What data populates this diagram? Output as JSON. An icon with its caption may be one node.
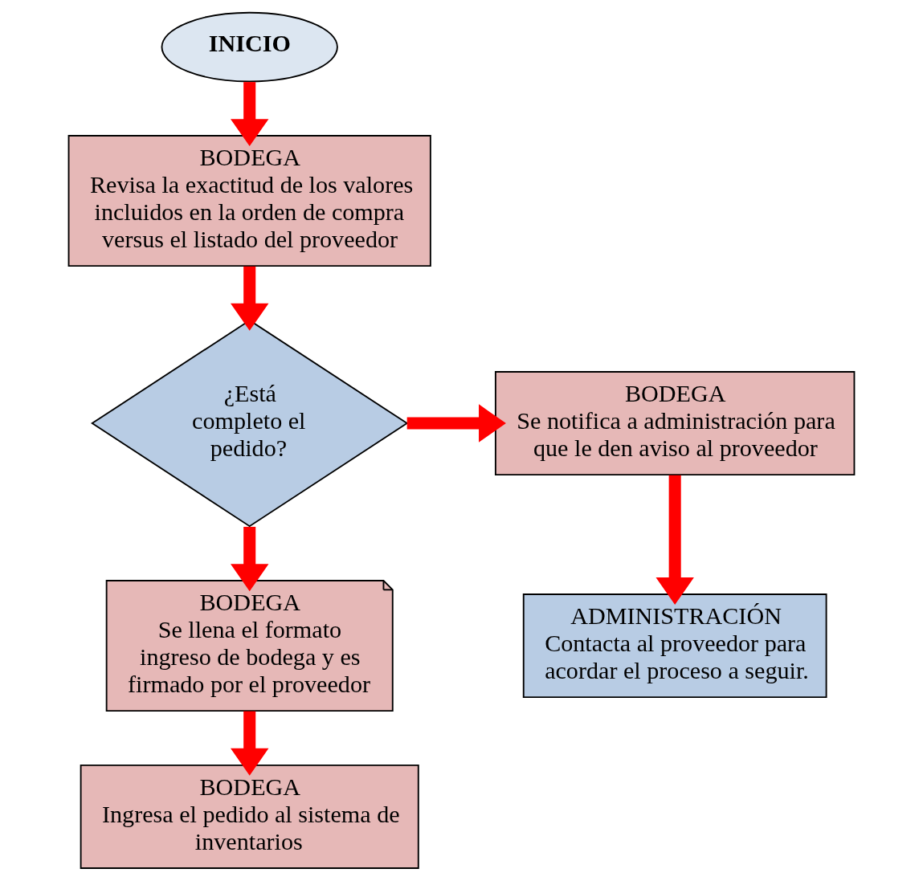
{
  "diagram": {
    "nodes": [
      {
        "text": [
          "INICIO"
        ]
      },
      {
        "text": [
          "BODEGA",
          "Revisa la exactitud de los valores incluidos en la orden de compra versus el listado del proveedor"
        ]
      },
      {
        "text": [
          "¿Está completo el pedido?"
        ]
      },
      {
        "text": [
          "BODEGA",
          "Se notifica a administración para que le den aviso al proveedor"
        ]
      },
      {
        "text": [
          "BODEGA",
          "Se llena el formato ingreso de bodega y es firmado por el proveedor"
        ]
      },
      {
        "text": [
          "ADMINISTRACIÓN",
          "Contacta al proveedor para acordar el proceso a seguir."
        ]
      },
      {
        "text": [
          "BODEGA",
          "Ingresa el pedido al sistema de inventarios"
        ]
      }
    ],
    "edges": [
      {
        "from": 0,
        "to": 1,
        "arrow": "to"
      },
      {
        "from": 1,
        "to": 2,
        "arrow": "to"
      },
      {
        "from": 2,
        "to": 3,
        "arrow": "to"
      },
      {
        "from": 3,
        "to": 5,
        "arrow": "to"
      },
      {
        "from": 2,
        "to": 4,
        "arrow": "to"
      },
      {
        "from": 4,
        "to": 6,
        "arrow": "to"
      }
    ]
  }
}
